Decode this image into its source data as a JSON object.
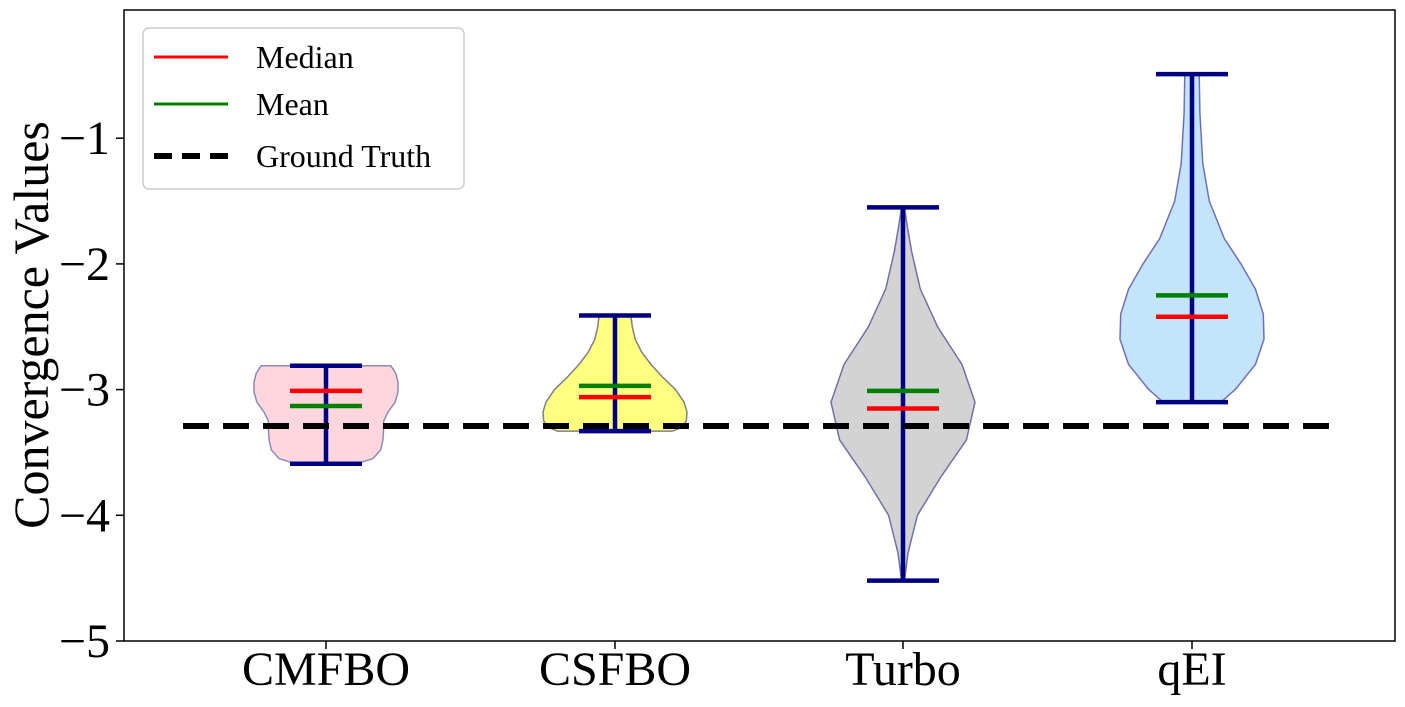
{
  "chart_data": {
    "type": "violin",
    "title": "",
    "xlabel": "",
    "ylabel": "Convergence Values",
    "ylim": [
      -5,
      0.02
    ],
    "yticks": [
      -5,
      -4,
      -3,
      -2,
      -1
    ],
    "ytick_labels": [
      "−5",
      "−4",
      "−3",
      "−2",
      "−1"
    ],
    "categories": [
      "CMFBO",
      "CSFBO",
      "Turbo",
      "qEI"
    ],
    "ground_truth": -3.29,
    "legend": {
      "position": "upper-left",
      "entries": [
        {
          "label": "Median",
          "color": "#ff0000",
          "style": "solid"
        },
        {
          "label": "Mean",
          "color": "#008000",
          "style": "solid"
        },
        {
          "label": "Ground Truth",
          "color": "#000000",
          "style": "dashed"
        }
      ]
    },
    "colors": {
      "extrema": "#000080",
      "median": "#ff0000",
      "mean": "#008000",
      "ground_truth": "#000000"
    },
    "series": [
      {
        "category": "CMFBO",
        "fill": "#ffd6de",
        "edge": "#8a8ab8",
        "min": -3.59,
        "max": -2.81,
        "median": -3.01,
        "mean": -3.13,
        "density": [
          [
            -3.59,
            0.42
          ],
          [
            -3.55,
            0.65
          ],
          [
            -3.48,
            0.76
          ],
          [
            -3.4,
            0.79
          ],
          [
            -3.32,
            0.8
          ],
          [
            -3.25,
            0.8
          ],
          [
            -3.18,
            0.86
          ],
          [
            -3.1,
            0.96
          ],
          [
            -3.02,
            1.0
          ],
          [
            -2.94,
            1.0
          ],
          [
            -2.87,
            0.97
          ],
          [
            -2.81,
            0.9
          ]
        ]
      },
      {
        "category": "CSFBO",
        "fill": "#ffff80",
        "edge": "#808080",
        "min": -3.33,
        "max": -2.41,
        "median": -3.06,
        "mean": -2.97,
        "density": [
          [
            -3.33,
            0.8
          ],
          [
            -3.3,
            0.93
          ],
          [
            -3.25,
            0.99
          ],
          [
            -3.18,
            1.0
          ],
          [
            -3.1,
            0.96
          ],
          [
            -3.0,
            0.84
          ],
          [
            -2.9,
            0.66
          ],
          [
            -2.8,
            0.5
          ],
          [
            -2.7,
            0.37
          ],
          [
            -2.6,
            0.28
          ],
          [
            -2.5,
            0.24
          ],
          [
            -2.41,
            0.22
          ]
        ]
      },
      {
        "category": "Turbo",
        "fill": "#d3d3d3",
        "edge": "#7070a8",
        "min": -4.52,
        "max": -1.55,
        "median": -3.15,
        "mean": -3.01,
        "density": [
          [
            -4.52,
            0.02
          ],
          [
            -4.3,
            0.07
          ],
          [
            -4.0,
            0.2
          ],
          [
            -3.7,
            0.52
          ],
          [
            -3.4,
            0.88
          ],
          [
            -3.1,
            1.0
          ],
          [
            -2.8,
            0.82
          ],
          [
            -2.5,
            0.48
          ],
          [
            -2.2,
            0.24
          ],
          [
            -1.9,
            0.12
          ],
          [
            -1.7,
            0.06
          ],
          [
            -1.55,
            0.02
          ]
        ]
      },
      {
        "category": "qEI",
        "fill": "#c4e4fb",
        "edge": "#7070b8",
        "min": -3.1,
        "max": -0.49,
        "median": -2.42,
        "mean": -2.25,
        "density": [
          [
            -3.1,
            0.4
          ],
          [
            -3.0,
            0.6
          ],
          [
            -2.8,
            0.88
          ],
          [
            -2.6,
            1.0
          ],
          [
            -2.4,
            0.99
          ],
          [
            -2.2,
            0.88
          ],
          [
            -2.0,
            0.68
          ],
          [
            -1.8,
            0.45
          ],
          [
            -1.5,
            0.24
          ],
          [
            -1.2,
            0.15
          ],
          [
            -0.8,
            0.11
          ],
          [
            -0.49,
            0.1
          ]
        ]
      }
    ]
  }
}
